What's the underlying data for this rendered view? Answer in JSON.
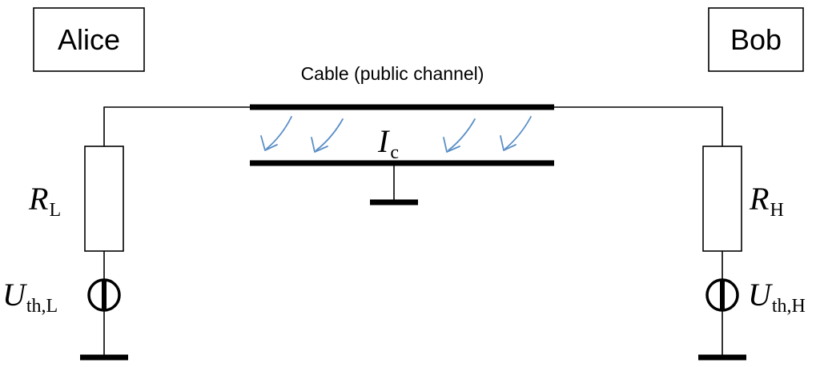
{
  "parties": {
    "left": "Alice",
    "right": "Bob"
  },
  "cable": {
    "label": "Cable (public channel)",
    "current_symbol": "I",
    "current_sub": "c"
  },
  "left_circuit": {
    "resistor_symbol": "R",
    "resistor_sub": "L",
    "source_symbol": "U",
    "source_sub": "th,L"
  },
  "right_circuit": {
    "resistor_symbol": "R",
    "resistor_sub": "H",
    "source_symbol": "U",
    "source_sub": "th,H"
  },
  "colors": {
    "current_arrows": "#5b8fc7"
  }
}
